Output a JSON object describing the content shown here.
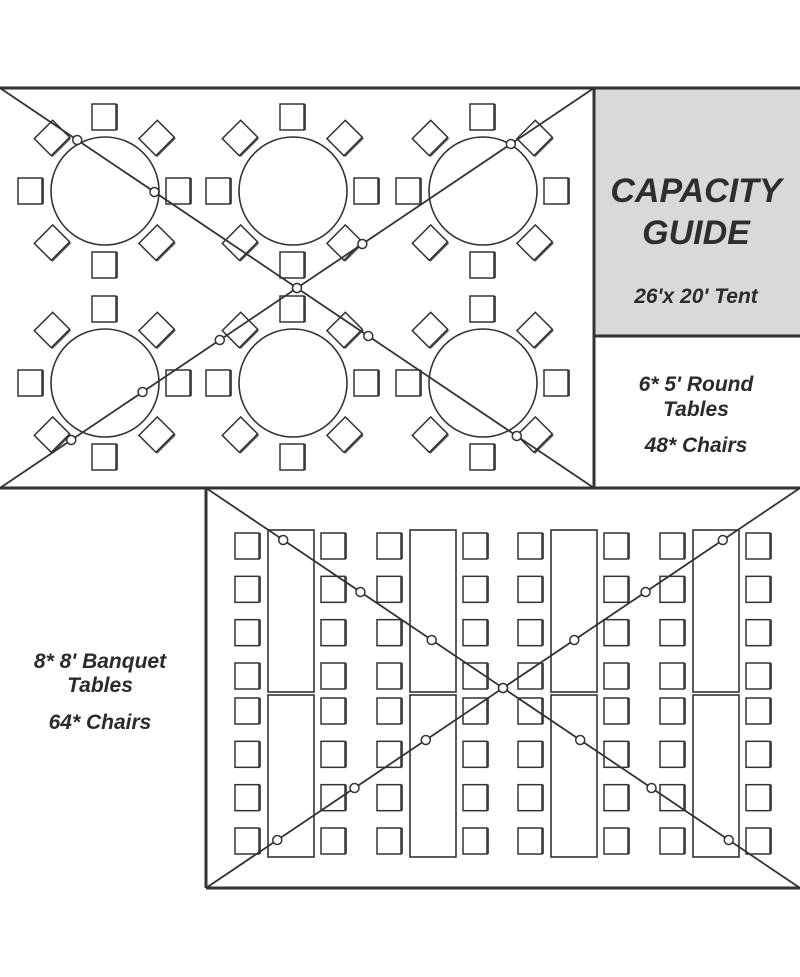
{
  "guide": {
    "title_line1": "CAPACITY",
    "title_line2": "GUIDE",
    "tent_size": "26'x 20' Tent"
  },
  "round_layout": {
    "tables_line1": "6* 5' Round",
    "tables_line2": "Tables",
    "chairs": "48* Chairs",
    "table_count": 6,
    "chairs_per_table": 8
  },
  "banquet_layout": {
    "tables_line1": "8* 8' Banquet",
    "tables_line2": "Tables",
    "chairs": "64* Chairs",
    "table_count": 8,
    "chairs_per_table": 8
  },
  "colors": {
    "line": "#333333",
    "panel_fill": "#d9d9d9",
    "text": "#2b2b2b"
  }
}
